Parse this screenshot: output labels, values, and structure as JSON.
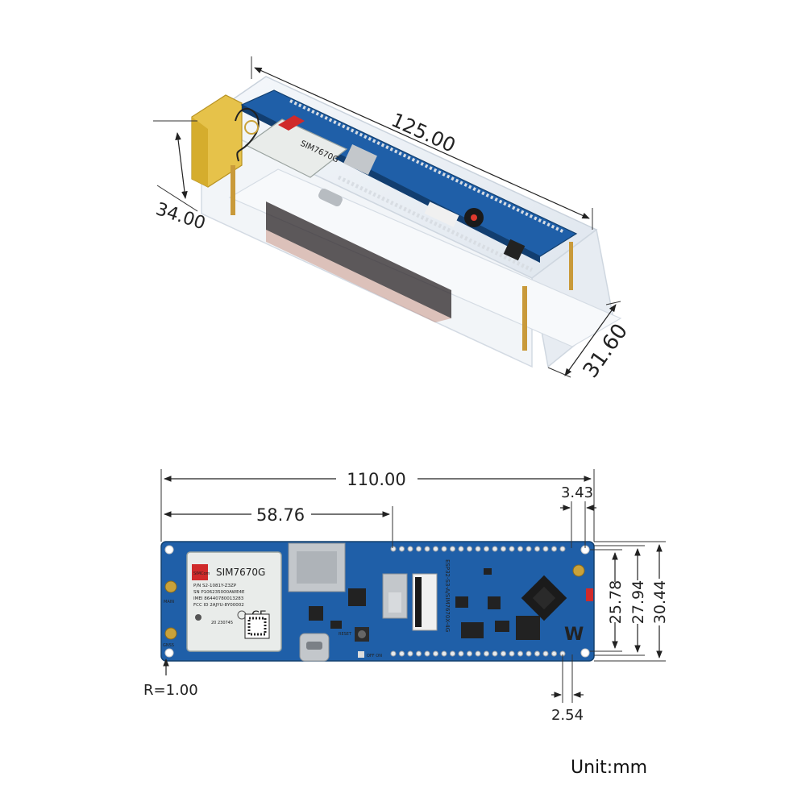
{
  "top_view": {
    "length": "125.00",
    "height": "34.00",
    "depth": "31.60",
    "module_label": "SIM7670G"
  },
  "bottom_view": {
    "total_length": "110.00",
    "module_offset": "58.76",
    "edge_offset": "3.43",
    "pitch": "2.54",
    "corner_radius": "R=1.00",
    "hole_span_1": "25.78",
    "hole_span_2": "27.94",
    "board_width": "30.44",
    "module": {
      "brand": "SIMCom",
      "model": "SIM7670G",
      "pn": "P/N  S2-1081Y-Z3ZP",
      "sn": "SN  P106235000AWE4E",
      "imei": "IMEI 86440780013283",
      "fcc": "FCC ID 2AJYU-8Y00002",
      "ce": "CE",
      "date": "20 230745"
    },
    "board_text": "ESP32-S3-A/SIM7670X-4G",
    "labels": {
      "main": "MAIN",
      "gnss": "GNSS",
      "reset": "RESET",
      "off_on": "OFF  ON"
    }
  },
  "unit_label": "Unit:mm",
  "colors": {
    "pcb": "#1f5fa8",
    "pcb_dark": "#164a86",
    "module_shield": "#e9ecea",
    "simcom_red": "#d02a2a",
    "acrylic": "#eef2f6",
    "brass": "#c99a3a"
  }
}
